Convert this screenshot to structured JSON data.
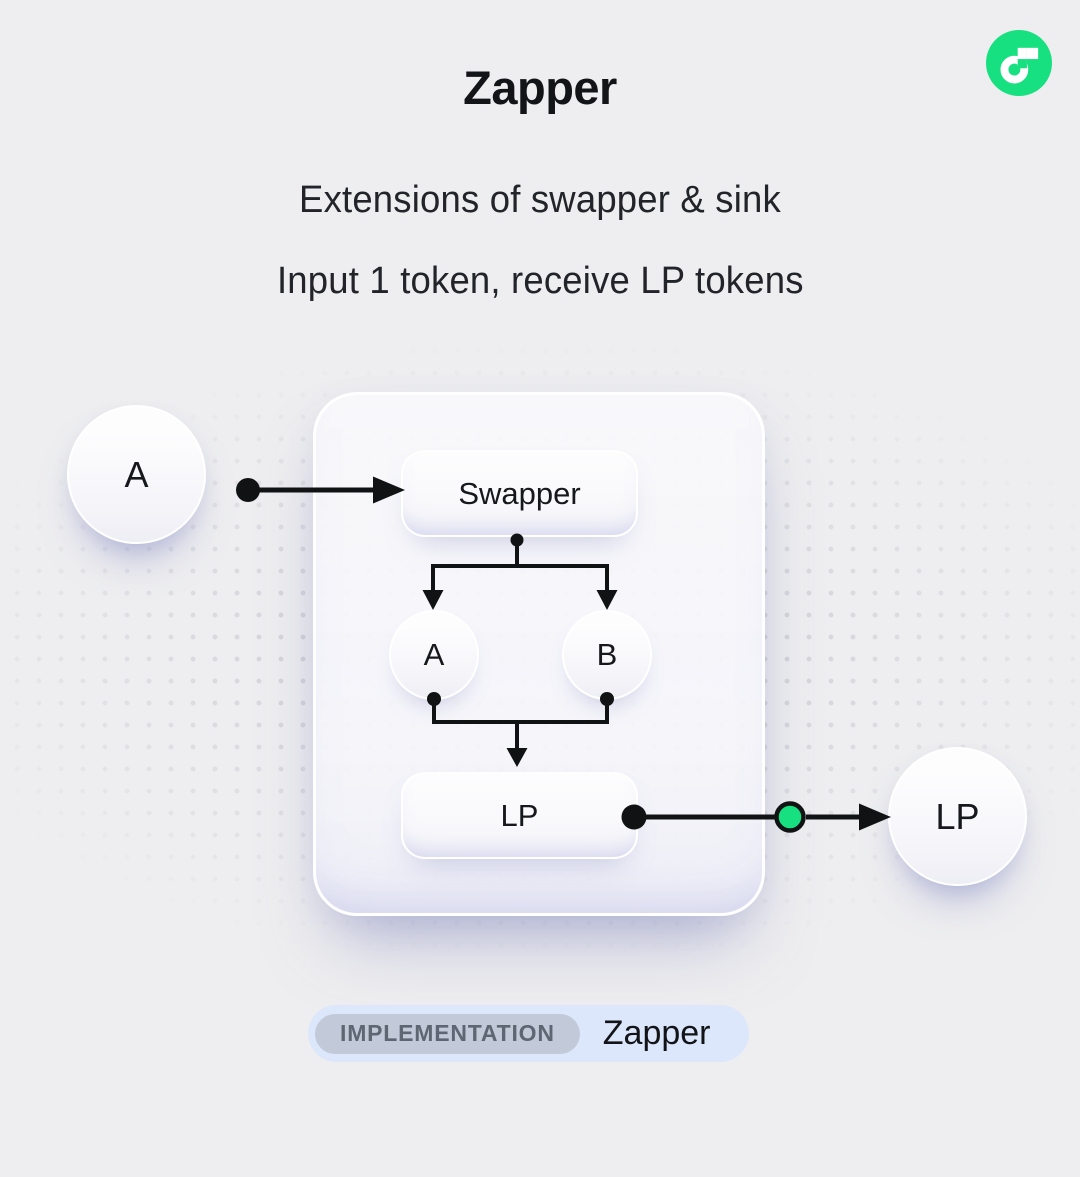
{
  "header": {
    "title": "Zapper",
    "subtitle_line1": "Extensions of swapper & sink",
    "subtitle_line2": "Input 1 token, receive LP tokens"
  },
  "diagram": {
    "input_token": "A",
    "swapper": "Swapper",
    "token_a": "A",
    "token_b": "B",
    "lp_box": "LP",
    "lp_output": "LP"
  },
  "footer": {
    "badge": "IMPLEMENTATION",
    "value": "Zapper"
  },
  "icons": {
    "logo": "flow-logo"
  },
  "colors": {
    "bg": "#eeeef0",
    "dot": "#d3d3d9",
    "line": "#111214",
    "accent-green": "#17E081",
    "badge-outer": "#dce7fb",
    "badge-inner": "#c2cad9",
    "badge-text": "#5f6673",
    "text": "#1b1c20"
  }
}
